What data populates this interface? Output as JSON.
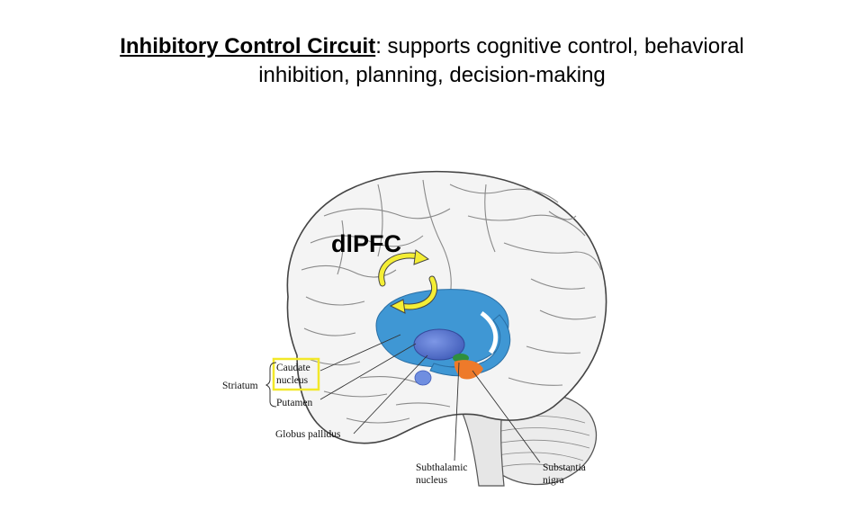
{
  "title": {
    "emphasis": "Inhibitory Control Circuit",
    "line1_rest": ": supports cognitive control, behavioral",
    "line2": "inhibition, planning, decision-making"
  },
  "diagram": {
    "region_label": "dlPFC",
    "labels": {
      "striatum": "Striatum",
      "caudate_1": "Caudate",
      "caudate_2": "nucleus",
      "putamen": "Putamen",
      "globus_pallidus": "Globus pallidus",
      "subthalamic_1": "Subthalamic",
      "subthalamic_2": "nucleus",
      "substantia_1": "Substantia",
      "substantia_2": "nigra"
    },
    "colors": {
      "caudate_highlight": "#f2e829",
      "striatum_blue": "#3f97d4",
      "globus_pallidus": "#4d6fcc",
      "subthalamic": "#2f8f3e",
      "substantia_nigra": "#ee7a2a",
      "arrow_yellow": "#f4ee35"
    }
  }
}
